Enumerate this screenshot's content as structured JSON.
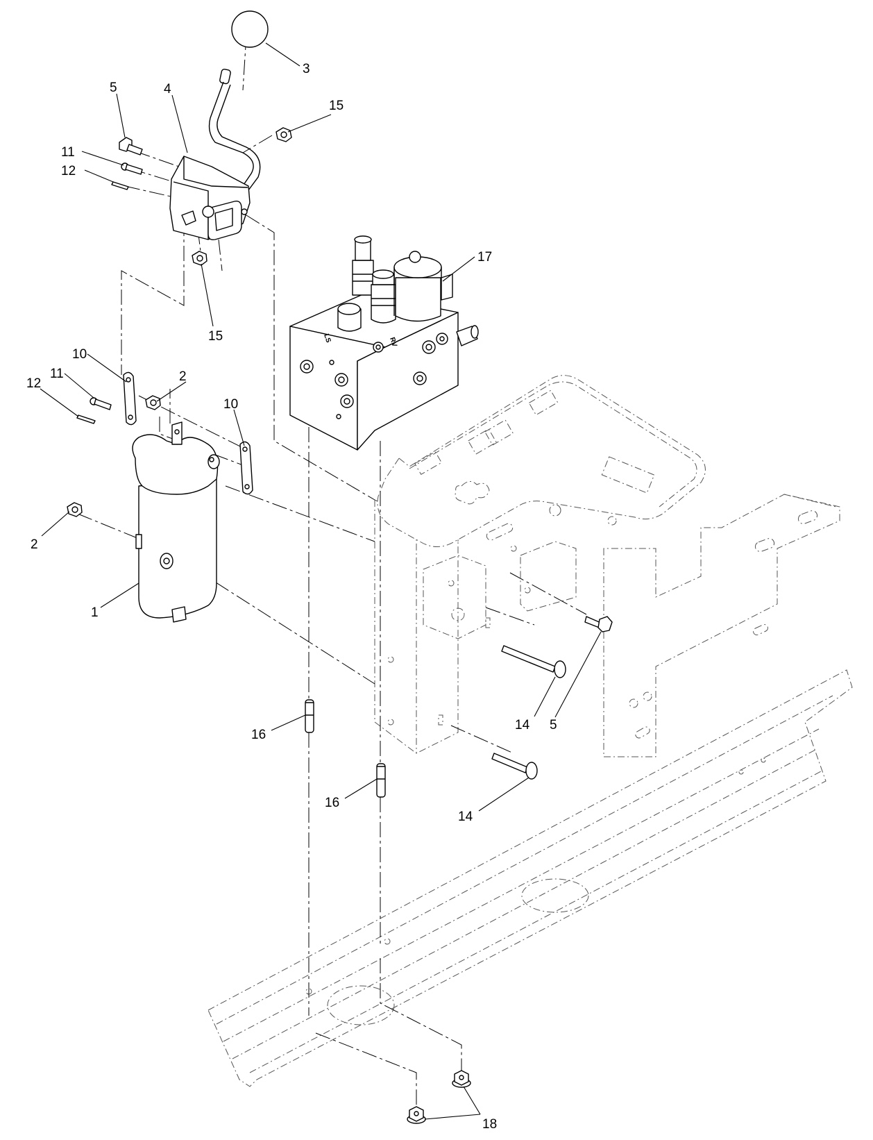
{
  "callouts": {
    "c1": "1",
    "c2a": "2",
    "c2b": "2",
    "c3": "3",
    "c4": "4",
    "c5a": "5",
    "c5b": "5",
    "c10a": "10",
    "c10b": "10",
    "c11a": "11",
    "c11b": "11",
    "c12a": "12",
    "c12b": "12",
    "c14a": "14",
    "c14b": "14",
    "c15a": "15",
    "c15b": "15",
    "c16a": "16",
    "c16b": "16",
    "c17": "17",
    "c18": "18"
  },
  "valve_ports": {
    "left": "LS",
    "right": "RV"
  }
}
